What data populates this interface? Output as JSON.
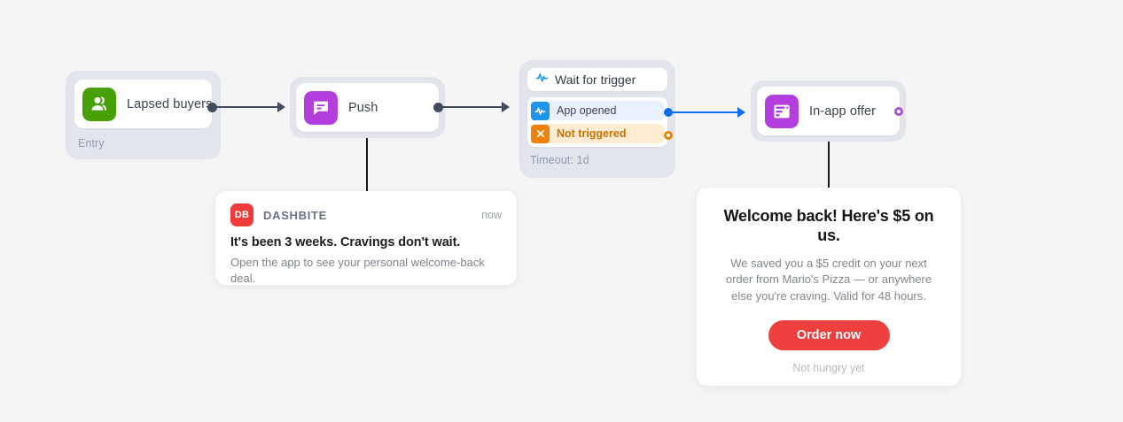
{
  "canvas": {
    "background": "#f5f5f6",
    "node_shell_color": "#e2e6ec"
  },
  "nodes": {
    "entry": {
      "label": "Lapsed buyers",
      "caption": "Entry",
      "icon": "people-group-icon",
      "icon_color": "#48a007"
    },
    "push": {
      "label": "Push",
      "icon": "chat-bubble-icon",
      "icon_color": "#b23ede"
    },
    "wait": {
      "header_label": "Wait for trigger",
      "header_icon": "activity-pulse-icon",
      "header_icon_color": "#1f95eb",
      "caption": "Timeout: 1d",
      "branches": [
        {
          "label": "App opened",
          "icon": "activity-pulse-icon",
          "chip_color": "#1f95eb",
          "row_color": "#eaf1fe",
          "port": "connected-blue"
        },
        {
          "label": "Not triggered",
          "icon": "close-x-icon",
          "chip_color": "#ee8109",
          "row_color": "#ffecd2",
          "port": "unconnected-orange"
        }
      ]
    },
    "inapp": {
      "label": "In-app offer",
      "icon": "window-modal-icon",
      "icon_color": "#b23ede",
      "port": "unconnected-purple"
    }
  },
  "edges": {
    "entry_to_push": {
      "color": "#434b5e"
    },
    "push_to_wait": {
      "color": "#434b5e"
    },
    "wait_to_inapp": {
      "color": "#0f6ef0"
    }
  },
  "push_preview": {
    "app_initials": "DB",
    "app_name": "DASHBITE",
    "time": "now",
    "title": "It's been 3 weeks. Cravings don't wait.",
    "body": "Open the app to see your personal welcome-back deal.",
    "badge_color": "#ef3b3b"
  },
  "inapp_preview": {
    "title": "Welcome back! Here's $5 on us.",
    "body": "We saved you a $5 credit on your next order from Mario's Pizza — or anywhere else you're craving. Valid for 48 hours.",
    "cta_label": "Order now",
    "dismiss_label": "Not hungry yet",
    "cta_color": "#ef4040"
  }
}
